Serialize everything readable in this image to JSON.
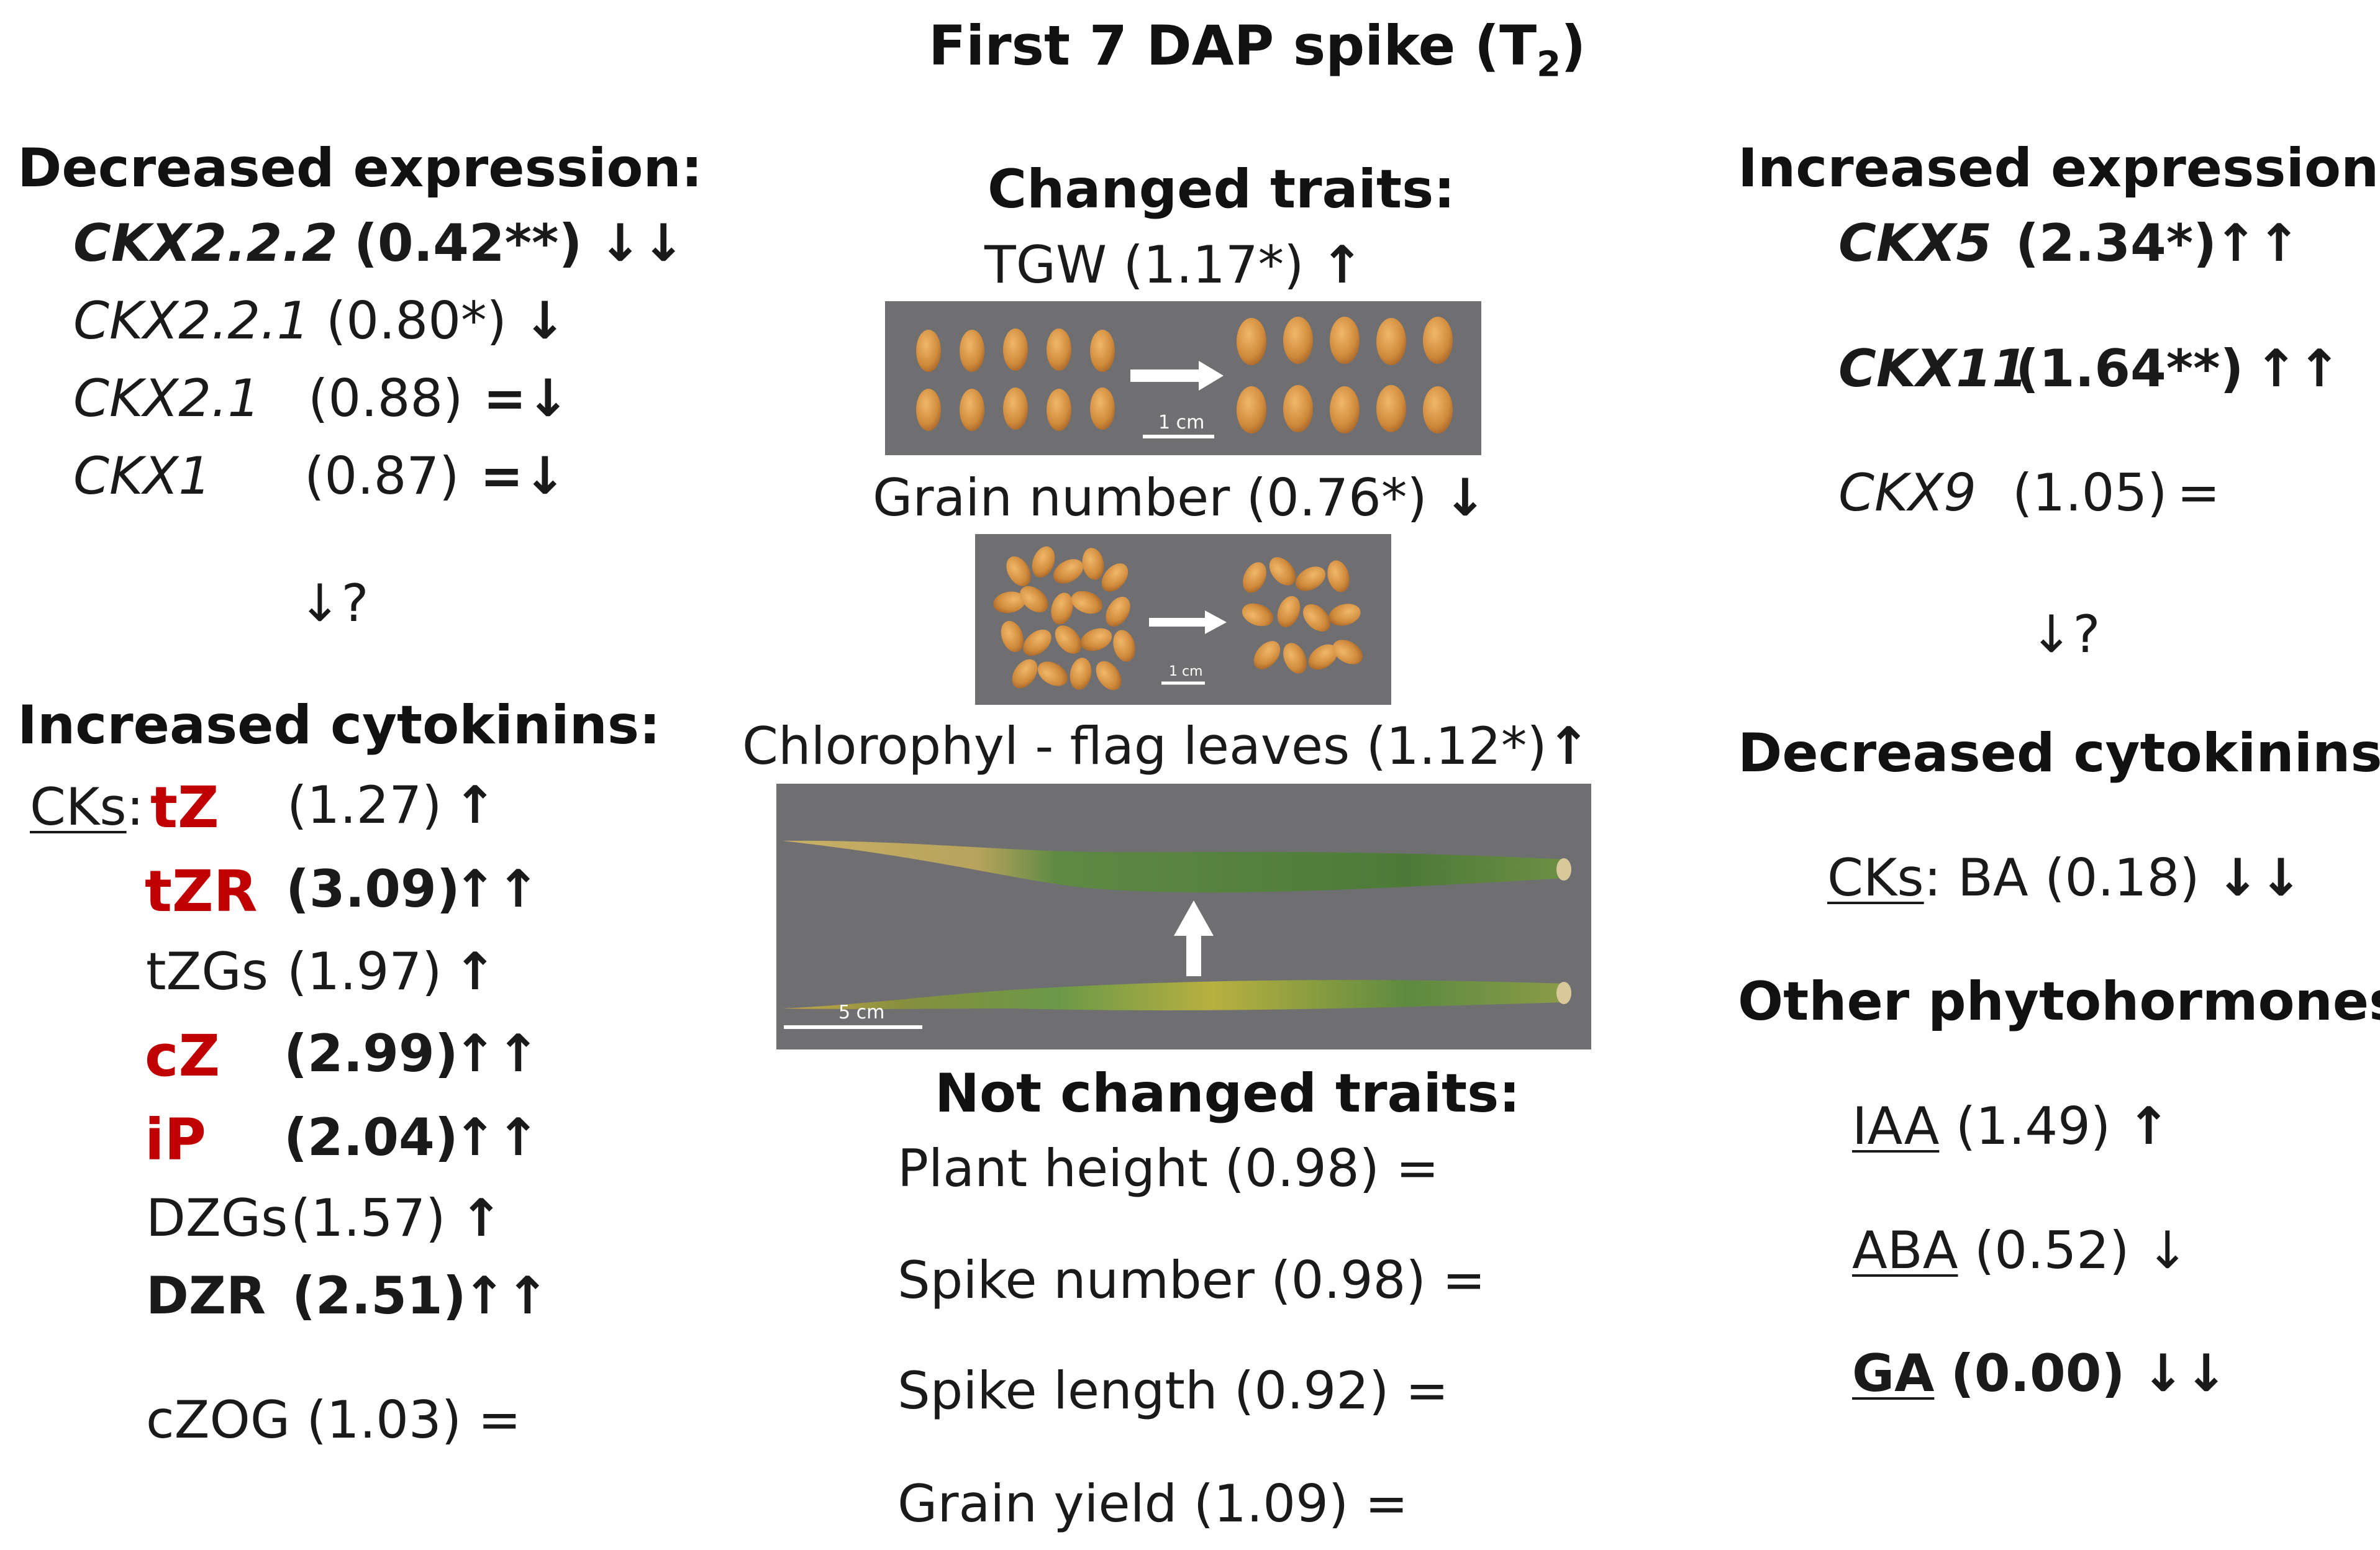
{
  "title": {
    "prefix": "First 7 DAP spike (T",
    "sub": "2",
    "suffix": ")"
  },
  "left": {
    "decreased_heading": "Decreased expression:",
    "genes": [
      {
        "name": "CKX2.2.2",
        "value": "(0.42**)",
        "trend": "↓↓"
      },
      {
        "name": "CKX2.2.1",
        "value": "(0.80*)",
        "trend": "↓"
      },
      {
        "name": "CKX2.1",
        "value": "(0.88)",
        "trend": "=↓"
      },
      {
        "name": "CKX1",
        "value": "(0.87)",
        "trend": "=↓"
      }
    ],
    "link": "↓?",
    "increased_heading": "Increased cytokinins:",
    "cks_label": "CKs",
    "cks_colon": ":",
    "cytokinins": [
      {
        "name": "tZ",
        "value": "(1.27)",
        "trend": "↑"
      },
      {
        "name": "tZR",
        "value": "(3.09)",
        "trend": "↑↑"
      },
      {
        "name": "tZGs",
        "value": "(1.97)",
        "trend": "↑"
      },
      {
        "name": "cZ",
        "value": "(2.99)",
        "trend": "↑↑"
      },
      {
        "name": "iP",
        "value": "(2.04)",
        "trend": "↑↑"
      },
      {
        "name": "DZGs",
        "value": "(1.57)",
        "trend": "↑"
      },
      {
        "name": "DZR",
        "value": "(2.51)",
        "trend": "↑↑"
      }
    ],
    "czog": "cZOG (1.03) ="
  },
  "center": {
    "changed_heading": "Changed traits:",
    "tgw": {
      "text": "TGW (1.17*)",
      "trend": "↑"
    },
    "grain_number": {
      "text": "Grain number (0.76*)",
      "trend": "↓"
    },
    "chlorophyl": {
      "text": "Chlorophyl - flag leaves (1.12*)",
      "trend": "↑"
    },
    "scale_1cm": "1 cm",
    "scale_5cm": "5 cm",
    "not_changed_heading": "Not changed traits:",
    "not_changed": [
      "Plant height (0.98) =",
      "Spike number (0.98) =",
      "Spike length (0.92) =",
      "Grain yield (1.09) ="
    ]
  },
  "right": {
    "increased_heading": "Increased expression:",
    "genes": [
      {
        "name": "CKX5",
        "value": "(2.34*)",
        "trend": "↑↑"
      },
      {
        "name": "CKX11",
        "value": "(1.64**)",
        "trend": "↑↑"
      },
      {
        "name": "CKX9",
        "value": "(1.05)",
        "trend": "="
      }
    ],
    "link": "↓?",
    "decreased_heading": "Decreased cytokinins:",
    "cks_label": "CKs",
    "ba": ": BA (0.18)",
    "ba_trend": "↓↓",
    "other_heading": "Other phytohormones:",
    "hormones": [
      {
        "name": "IAA",
        "value": "(1.49)",
        "trend": "↑"
      },
      {
        "name": "ABA",
        "value": "(0.52)",
        "trend": "↓"
      },
      {
        "name": "GA",
        "value": "(0.00)",
        "trend": "↓↓"
      }
    ]
  },
  "colors": {
    "accent_red": "#c00000",
    "photo_bg": "#6f6f71",
    "grain": "#d8964a",
    "leaf": "#4f7a3a"
  }
}
